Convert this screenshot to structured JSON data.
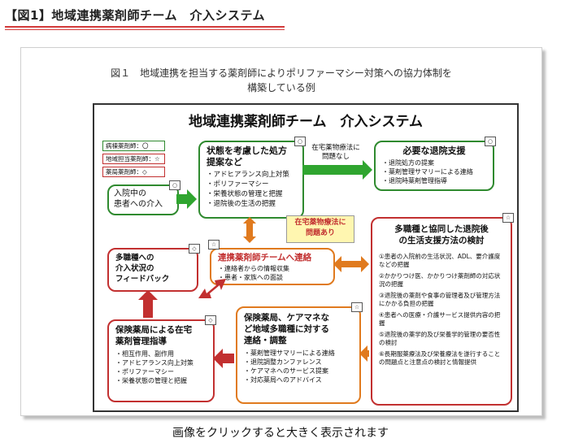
{
  "header": {
    "title": "【図1】地域連携薬剤師チーム　介入システム"
  },
  "figure": {
    "caption_line1": "図１　地域連携を担当する薬剤師によりポリファーマシー対策への協力体制を",
    "caption_line2": "構築している例"
  },
  "diagram": {
    "title": "地域連携薬剤師チーム　介入システム",
    "roles": [
      "病棟薬剤師：〇",
      "地域担当薬剤師：☆",
      "薬局薬剤師：◇"
    ],
    "inpatient": "入院中の\n患者への介入",
    "prescription": {
      "title": "状態を考慮した処方\n提案など",
      "items": [
        "アドヒアランス向上対策",
        "ポリファーマシー",
        "栄養状態の管理と把握",
        "退院後の生活の把握"
      ]
    },
    "no_problem": "在宅薬物療法に\n問題なし",
    "discharge_support": {
      "title": "必要な退院支援",
      "items": [
        "退院処方の提案",
        "薬剤管理サマリーによる連絡",
        "退院時薬剤管理指導"
      ]
    },
    "problem": "在宅薬物療法に\n問題あり",
    "team_contact": {
      "title": "連携薬剤師チームへ連絡",
      "items": [
        "連絡者からの情報収集",
        "患者・家族への面談"
      ]
    },
    "multi_job": {
      "title": "多職種と協同した退院後\nの生活支援方法の検討",
      "items": [
        "①患者の入院前の生活状況、ADL、要介護度などの把握",
        "②かかりつけ医、かかりつけ薬剤師の対応状況の把握",
        "③退院後の薬剤や食事の管理者及び管理方法にかかる負担の把握",
        "④患者への医療・介護サービス提供内容の把握",
        "⑤退院後の薬学的及び栄養学的管理の要否性の検討",
        "⑥長期服薬療法及び栄養療法を遂行することの問題点と注意点の検討と情報提供"
      ]
    },
    "feedback": "多職種への\n介入状況の\nフィードバック",
    "coordination": {
      "title": "保険薬局、ケアマネな\nど地域多職種に対する\n連絡・調整",
      "items": [
        "薬剤管理サマリーによる連絡",
        "退院調整カンファレンス",
        "ケアマネへのサービス提案",
        "対応薬局へのアドバイス"
      ]
    },
    "pharmacy_guidance": {
      "title": "保険薬局による在宅\n薬剤管理指導",
      "items": [
        "相互作用、副作用",
        "アドヒアランス向上対策",
        "ポリファーマシー",
        "栄養状態の管理と把握"
      ]
    }
  },
  "footer": {
    "text": "画像をクリックすると大きく表示されます"
  },
  "colors": {
    "green": "#2f8a2f",
    "red": "#c23030",
    "orange": "#e07a1e",
    "yellow": "#fff6b0"
  }
}
